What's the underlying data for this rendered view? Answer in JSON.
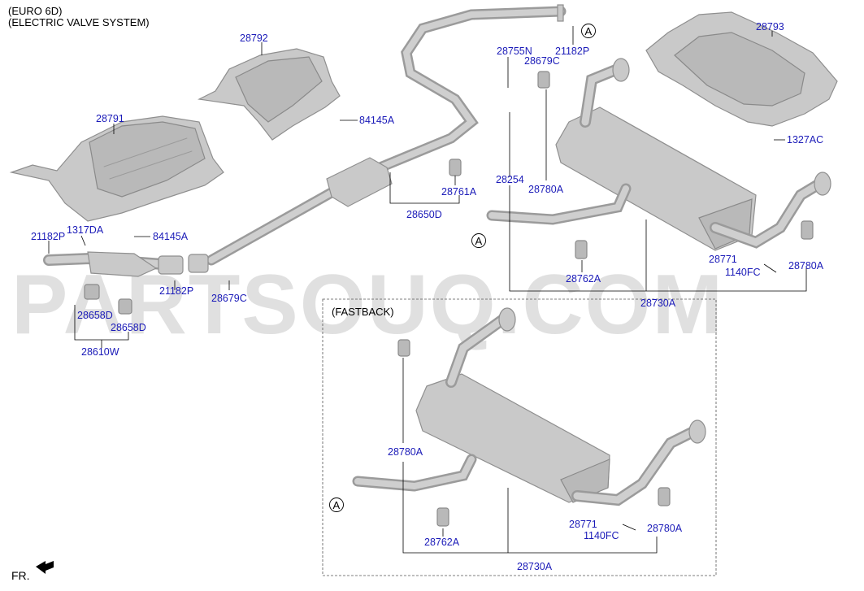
{
  "header": {
    "line1": "(EURO 6D)",
    "line2": "(ELECTRIC VALVE SYSTEM)"
  },
  "watermark": "PARTSOUQ.COM",
  "fastback_label": "(FASTBACK)",
  "direction": {
    "label": "FR.",
    "icon": "arrow-left-icon"
  },
  "ref": {
    "A": "A"
  },
  "parts": {
    "p28791": "28791",
    "p28792": "28792",
    "p28793": "28793",
    "p84145A_1": "84145A",
    "p84145A_2": "84145A",
    "p1327AC": "1327AC",
    "p21182P_1": "21182P",
    "p1317DA": "1317DA",
    "p21182P_2": "21182P",
    "p28679C_1": "28679C",
    "p28658D_1": "28658D",
    "p28658D_2": "28658D",
    "p28610W": "28610W",
    "p28755N": "28755N",
    "p28679C_2": "28679C",
    "p21182P_3": "21182P",
    "p28254": "28254",
    "p28780A_1": "28780A",
    "p28761A": "28761A",
    "p28650D": "28650D",
    "p28762A_1": "28762A",
    "p28730A_1": "28730A",
    "p28771_1": "28771",
    "p1140FC_1": "1140FC",
    "p28780A_2": "28780A",
    "p28780A_3": "28780A",
    "p28762A_2": "28762A",
    "p28771_2": "28771",
    "p1140FC_2": "1140FC",
    "p28780A_4": "28780A",
    "p28730A_2": "28730A"
  }
}
